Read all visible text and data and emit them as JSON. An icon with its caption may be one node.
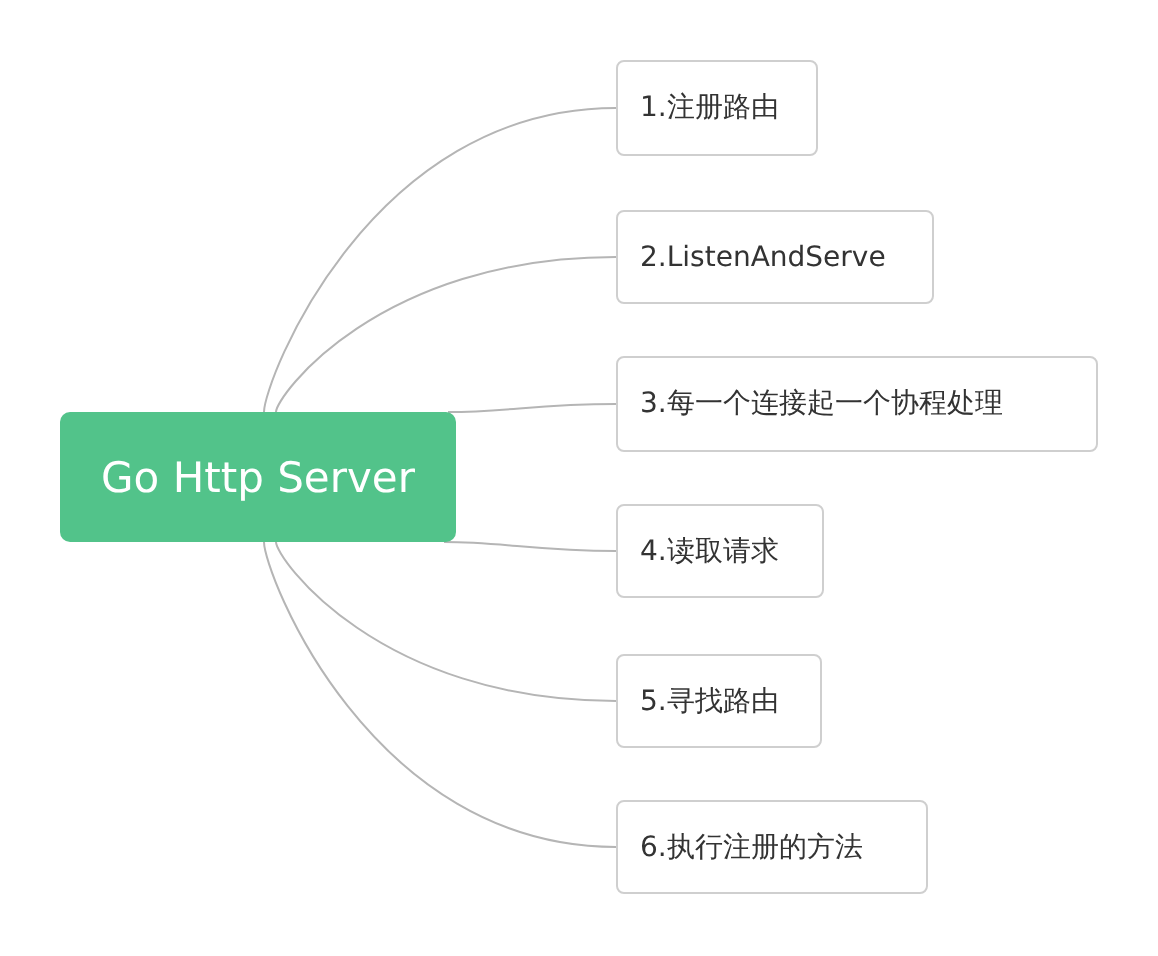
{
  "diagram": {
    "nodes": [
      {
        "text": [
          "Go Http Server"
        ]
      },
      {
        "text": [
          "1.注册路由"
        ]
      },
      {
        "text": [
          "2.ListenAndServe"
        ]
      },
      {
        "text": [
          "3.每一个连接起一个协程处理"
        ]
      },
      {
        "text": [
          "4.读取请求"
        ]
      },
      {
        "text": [
          "5.寻找路由"
        ]
      },
      {
        "text": [
          "6.执行注册的方法"
        ]
      }
    ],
    "edges": [
      {
        "from": 0,
        "to": 1,
        "arrow": "none"
      },
      {
        "from": 0,
        "to": 2,
        "arrow": "none"
      },
      {
        "from": 0,
        "to": 3,
        "arrow": "none"
      },
      {
        "from": 0,
        "to": 4,
        "arrow": "none"
      },
      {
        "from": 0,
        "to": 5,
        "arrow": "none"
      },
      {
        "from": 0,
        "to": 6,
        "arrow": "none"
      }
    ]
  }
}
